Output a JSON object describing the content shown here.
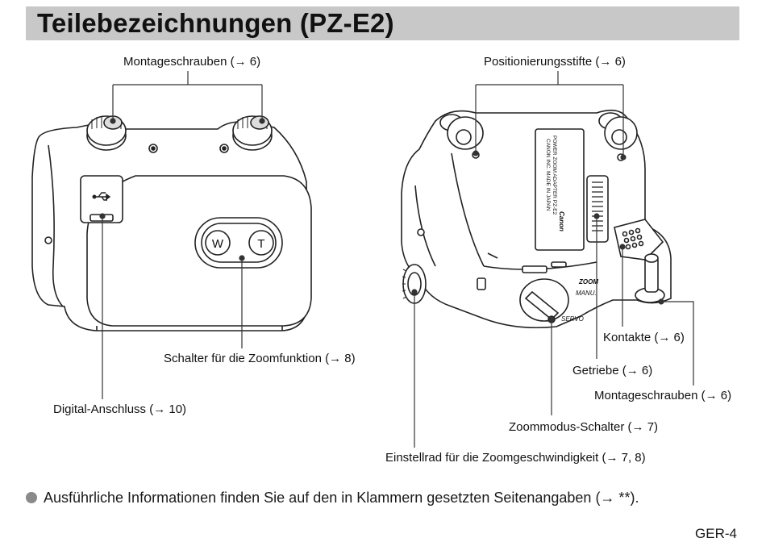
{
  "header": {
    "title": "Teilebezeichnungen (PZ-E2)"
  },
  "callouts": {
    "mounting_screws_left": "Montageschrauben (→ 6)",
    "positioning_pins": "Positionierungsstifte (→ 6)",
    "zoom_switch": "Schalter für die Zoomfunktion (→ 8)",
    "digital_terminal": "Digital-Anschluss (→ 10)",
    "contacts": "Kontakte (→ 6)",
    "gears": "Getriebe (→ 6)",
    "mounting_screws_right": "Montageschrauben (→ 6)",
    "zoom_mode_switch": "Zoommodus-Schalter (→ 7)",
    "zoom_speed_dial": "Einstellrad für die Zoomgeschwindigkeit (→ 7, 8)"
  },
  "device_left": {
    "button_w": "W",
    "button_t": "T"
  },
  "device_right": {
    "mode_zoom": "ZOOM",
    "mode_manu": "MANU.",
    "mode_servo": "SERVO",
    "label_model": "POWER ZOOM ADAPTER PZ-E2",
    "label_maker": "CANON INC. MADE IN JAPAN",
    "brand": "Canon"
  },
  "footer": {
    "note": "Ausführliche Informationen finden Sie auf den in Klammern gesetzten Seitenangaben (→ **).",
    "page_number": "GER-4"
  }
}
